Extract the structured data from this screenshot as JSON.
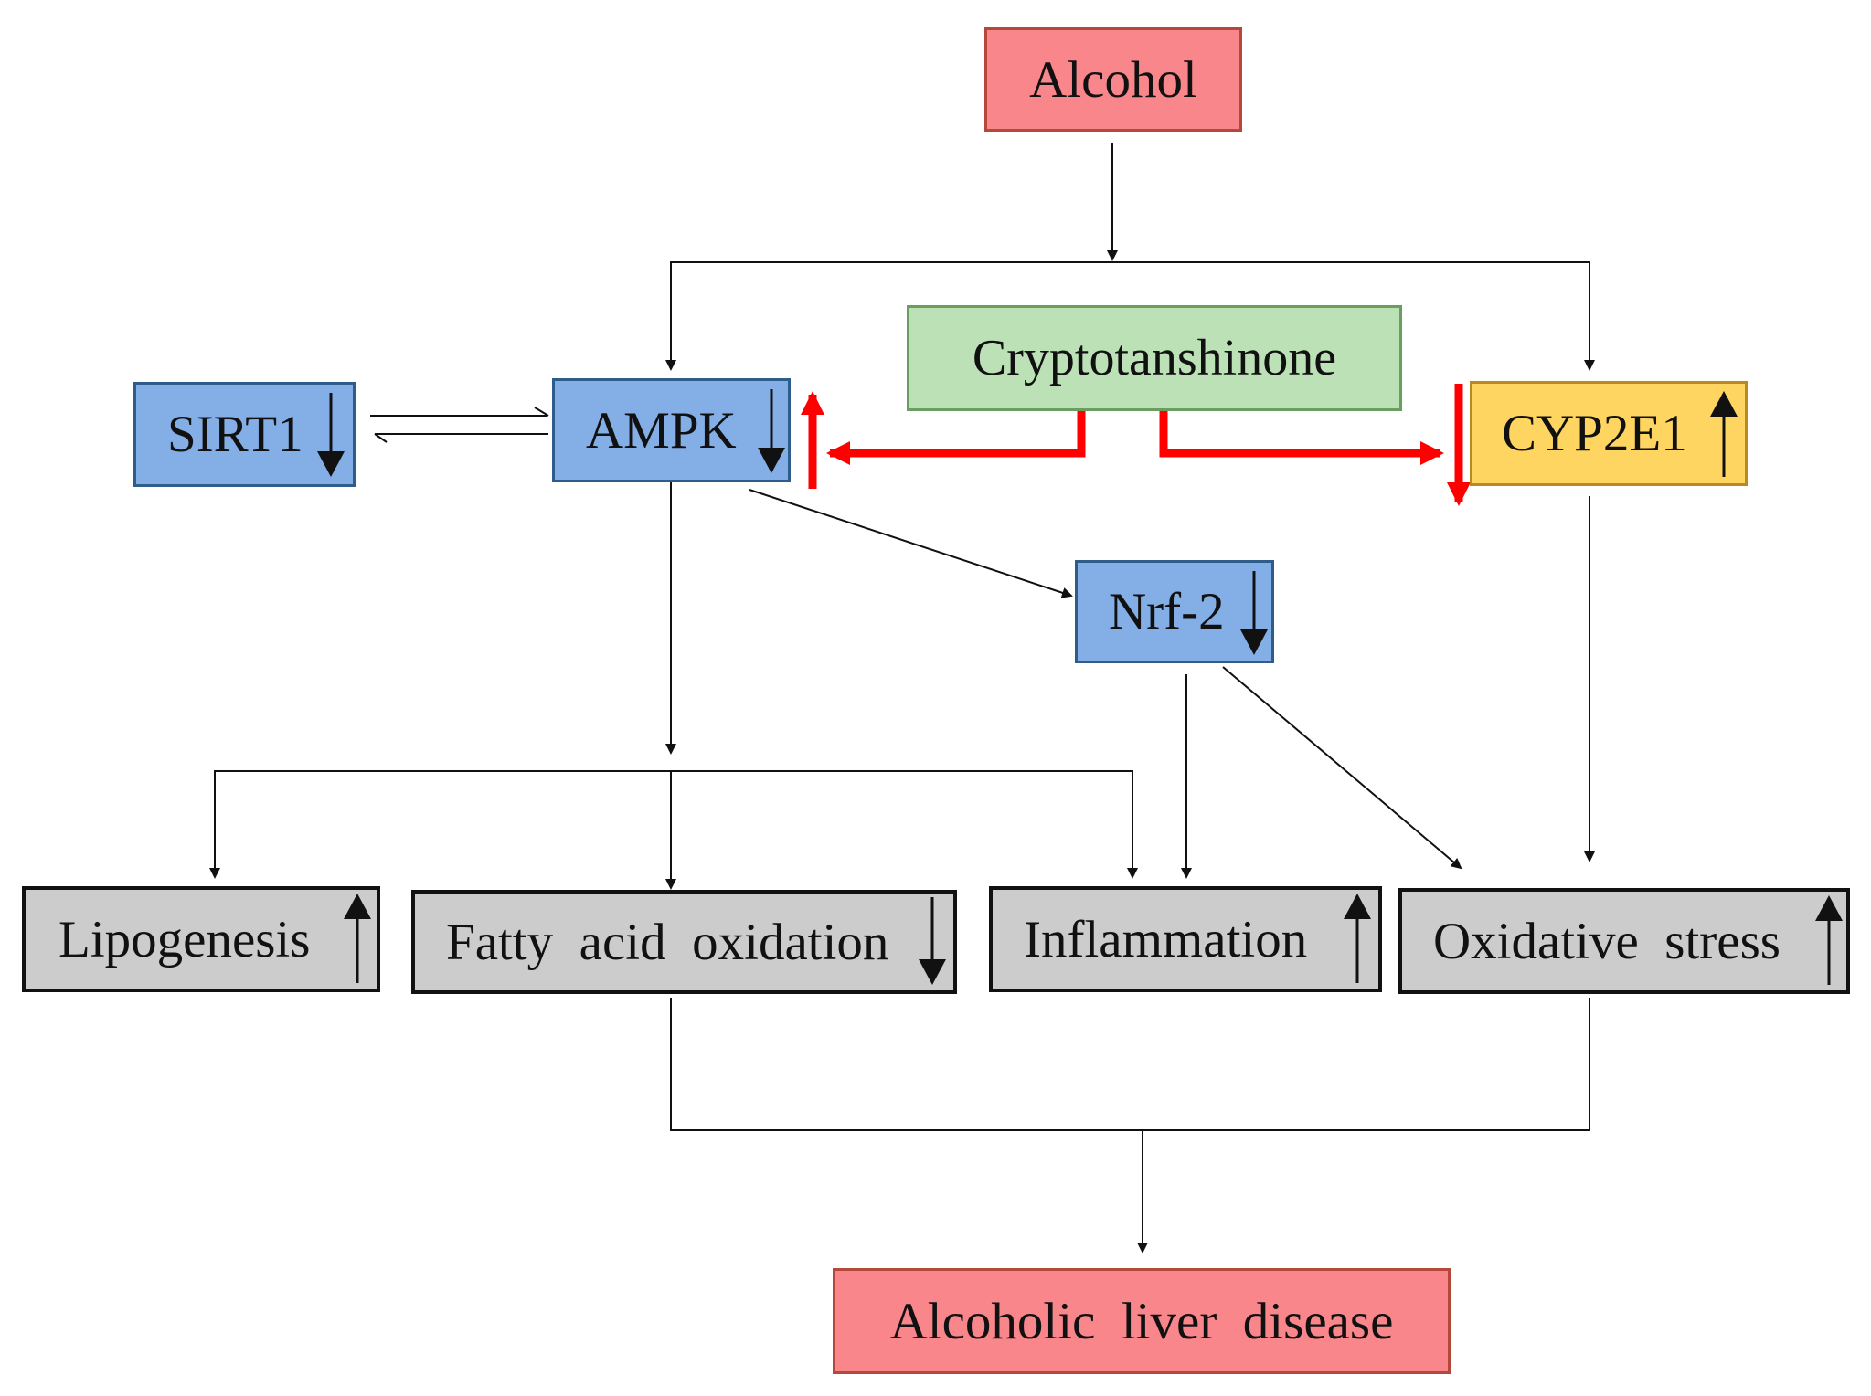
{
  "nodes": {
    "alcohol": {
      "label": "Alcohol",
      "color": "#f8868a"
    },
    "cryptotanshinone": {
      "label": "Cryptotanshinone",
      "color": "#bde1b7"
    },
    "sirt1": {
      "label": "SIRT1",
      "color": "#84aee6",
      "indicator": "down"
    },
    "ampk": {
      "label": "AMPK",
      "color": "#84aee6",
      "indicator": "down"
    },
    "cyp2e1": {
      "label": "CYP2E1",
      "color": "#fed561",
      "indicator": "up"
    },
    "nrf2": {
      "label": "Nrf-2",
      "color": "#84aee6",
      "indicator": "down"
    },
    "lipogenesis": {
      "label": "Lipogenesis",
      "color": "#cccccc",
      "indicator": "up"
    },
    "fatty_acid_oxidation": {
      "label": "Fatty  acid  oxidation",
      "color": "#cccccc",
      "indicator": "down"
    },
    "inflammation": {
      "label": "Inflammation",
      "color": "#cccccc",
      "indicator": "up"
    },
    "oxidative_stress": {
      "label": "Oxidative  stress",
      "color": "#cccccc",
      "indicator": "up"
    },
    "alcoholic_liver_disease": {
      "label": "Alcoholic  liver  disease",
      "color": "#f8868a"
    }
  },
  "cryptotanshinone_effects": {
    "ampk": {
      "effect": "up",
      "color": "#ff0000"
    },
    "cyp2e1": {
      "effect": "down",
      "color": "#ff0000"
    }
  },
  "connection_color": "#111111"
}
